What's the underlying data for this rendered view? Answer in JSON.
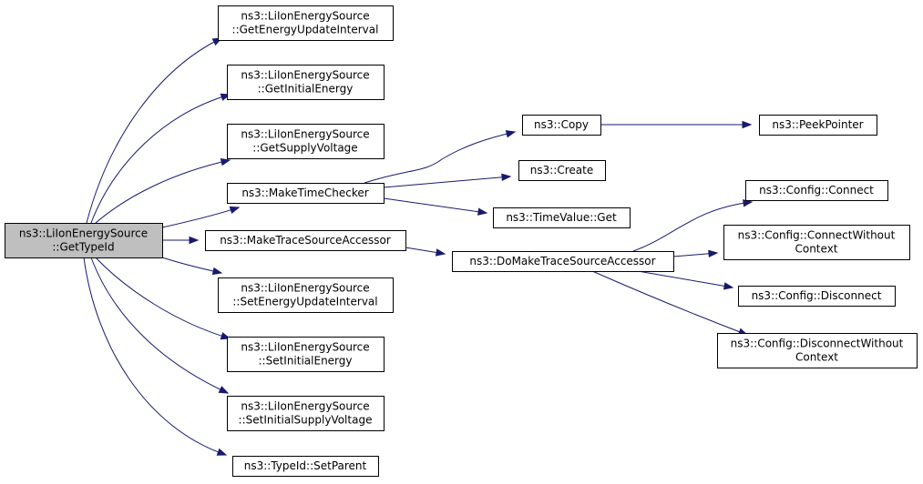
{
  "diagram": {
    "nodes": [
      {
        "id": "root",
        "lines": [
          "ns3::LiIonEnergySource",
          "::GetTypeId"
        ],
        "root": true
      },
      {
        "id": "n_geui",
        "lines": [
          "ns3::LiIonEnergySource",
          "::GetEnergyUpdateInterval"
        ]
      },
      {
        "id": "n_gie",
        "lines": [
          "ns3::LiIonEnergySource",
          "::GetInitialEnergy"
        ]
      },
      {
        "id": "n_gsv",
        "lines": [
          "ns3::LiIonEnergySource",
          "::GetSupplyVoltage"
        ]
      },
      {
        "id": "n_mtc",
        "lines": [
          "ns3::MakeTimeChecker"
        ]
      },
      {
        "id": "n_mtsa",
        "lines": [
          "ns3::MakeTraceSourceAccessor"
        ]
      },
      {
        "id": "n_seui",
        "lines": [
          "ns3::LiIonEnergySource",
          "::SetEnergyUpdateInterval"
        ]
      },
      {
        "id": "n_sie",
        "lines": [
          "ns3::LiIonEnergySource",
          "::SetInitialEnergy"
        ]
      },
      {
        "id": "n_sisv",
        "lines": [
          "ns3::LiIonEnergySource",
          "::SetInitialSupplyVoltage"
        ]
      },
      {
        "id": "n_tsp",
        "lines": [
          "ns3::TypeId::SetParent"
        ]
      },
      {
        "id": "n_copy",
        "lines": [
          "ns3::Copy"
        ]
      },
      {
        "id": "n_create",
        "lines": [
          "ns3::Create"
        ]
      },
      {
        "id": "n_tvget",
        "lines": [
          "ns3::TimeValue::Get"
        ]
      },
      {
        "id": "n_peek",
        "lines": [
          "ns3::PeekPointer"
        ]
      },
      {
        "id": "n_dmtsa",
        "lines": [
          "ns3::DoMakeTraceSourceAccessor"
        ]
      },
      {
        "id": "n_cc",
        "lines": [
          "ns3::Config::Connect"
        ]
      },
      {
        "id": "n_ccwc",
        "lines": [
          "ns3::Config::ConnectWithout",
          "Context"
        ]
      },
      {
        "id": "n_cd",
        "lines": [
          "ns3::Config::Disconnect"
        ]
      },
      {
        "id": "n_cdwc",
        "lines": [
          "ns3::Config::DisconnectWithout",
          "Context"
        ]
      }
    ],
    "edges": [
      [
        "root",
        "n_geui"
      ],
      [
        "root",
        "n_gie"
      ],
      [
        "root",
        "n_gsv"
      ],
      [
        "root",
        "n_mtc"
      ],
      [
        "root",
        "n_mtsa"
      ],
      [
        "root",
        "n_seui"
      ],
      [
        "root",
        "n_sie"
      ],
      [
        "root",
        "n_sisv"
      ],
      [
        "root",
        "n_tsp"
      ],
      [
        "n_mtc",
        "n_copy"
      ],
      [
        "n_mtc",
        "n_create"
      ],
      [
        "n_mtc",
        "n_tvget"
      ],
      [
        "n_copy",
        "n_peek"
      ],
      [
        "n_mtsa",
        "n_dmtsa"
      ],
      [
        "n_dmtsa",
        "n_cc"
      ],
      [
        "n_dmtsa",
        "n_ccwc"
      ],
      [
        "n_dmtsa",
        "n_cd"
      ],
      [
        "n_dmtsa",
        "n_cdwc"
      ]
    ],
    "colors": {
      "edge": "#191970",
      "root_fill": "#bfbfbf",
      "node_fill": "#ffffff",
      "border": "#000000"
    }
  }
}
